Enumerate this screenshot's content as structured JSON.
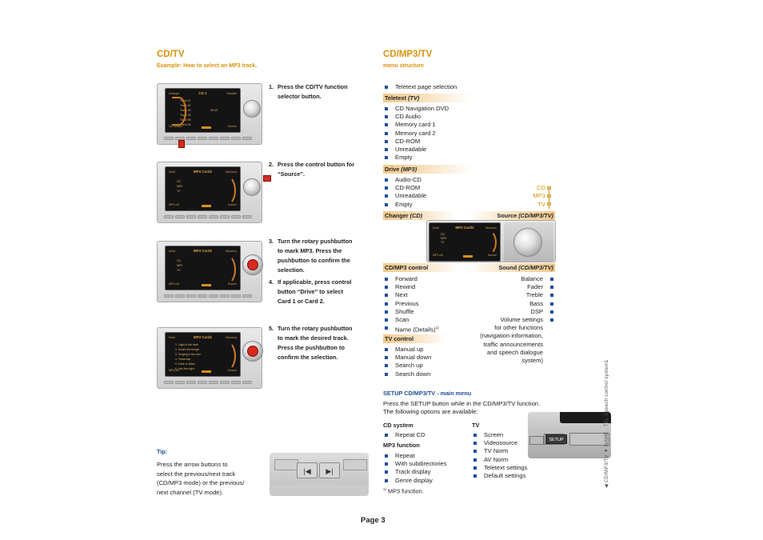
{
  "left": {
    "title": "CD/TV",
    "subtitle": "Example: How to select an MP3 track.",
    "steps": [
      {
        "num": "1.",
        "lines": [
          "Press the CD/TV function",
          "selector button."
        ]
      },
      {
        "num": "2.",
        "lines": [
          "Press the control button for",
          "“Source”."
        ]
      },
      {
        "num": "3.",
        "lines": [
          "Turn the rotary pushbutton",
          "to mark MP3. Press the",
          "pushbutton to confirm the",
          "selection."
        ]
      },
      {
        "num": "4.",
        "lines": [
          "If applicable, press control",
          "button “Drive” to select",
          "Card 1 or Card 2."
        ]
      },
      {
        "num": "5.",
        "lines": [
          "Turn the rotary pushbutton",
          "to mark the desired track.",
          "Press the pushbutton to",
          "confirm the selection."
        ]
      }
    ],
    "screens": [
      {
        "top_left": "Changer",
        "top_right": "Tracklist",
        "title": "CD 1",
        "lines": [
          "Track 01",
          "Track 02",
          "Track 03",
          "Track 04",
          "Track 05",
          "Track 06"
        ],
        "side_value": "00:00",
        "bottom_left": "CD control",
        "bottom_right": "Source"
      },
      {
        "top_left": "Drive",
        "top_right": "Directory",
        "title": "MP3 Card1",
        "lines": [
          "CD",
          "MP3",
          "TV"
        ],
        "bottom_left": "MP3 ctrl",
        "bottom_right": "Source"
      },
      {
        "top_left": "Drive",
        "top_right": "Directory",
        "title": "MP3 Card1",
        "lines": [
          "CD",
          "MP3",
          "TV"
        ],
        "bottom_left": "MP3 ctrl",
        "bottom_right": "Source"
      },
      {
        "top_left": "Drive",
        "top_right": "Directory",
        "title": "MP3 Card1",
        "lines": [
          "1. Light in the dark",
          "2. Under the bridge",
          "3. Singing in the rain",
          "4. Yesterday",
          "5. Fade to black",
          "6. Into the night"
        ],
        "bottom_left": "MP3 ctrl",
        "bottom_right": "Source"
      }
    ],
    "tip_label": "Tip:",
    "tip_lines": [
      "Press the arrow buttons to",
      "select the previous/next track",
      "(CD/MP3 mode) or the previous/",
      "next channel (TV mode)."
    ],
    "tip_icons": [
      "skip-back-icon",
      "skip-forward-icon"
    ]
  },
  "right": {
    "title": "CD/MP3/TV",
    "subtitle": "menu structure",
    "teletext_items": [
      "Teletext page selection"
    ],
    "teletext_band": {
      "label": "Teletext",
      "mode": "(TV)"
    },
    "drive_items": [
      "CD Navigation DVD",
      "CD Audio",
      "Memory card 1",
      "Memory card 2",
      "CD-ROM",
      "Unreadable",
      "Empty"
    ],
    "drive_band": {
      "label": "Drive",
      "mode": "(MP3)"
    },
    "changer_items": [
      "Audio-CD",
      "CD-ROM",
      "Unreadable",
      "Empty"
    ],
    "source_options": [
      "CD",
      "MP3",
      "TV"
    ],
    "changer_band": {
      "label": "Changer",
      "mode": "(CD)"
    },
    "source_band": {
      "label": "Source",
      "mode": "(CD/MP3/TV)"
    },
    "cd_mp3_band": {
      "label": "CD/MP3 control"
    },
    "cd_mp3_items": [
      "Forward",
      "Rewind",
      "Next",
      "Previous",
      "Shuffle",
      "Scan",
      "Name (Details)"
    ],
    "name_sup": "1)",
    "sound_band": {
      "label": "Sound",
      "mode": "(CD/MP3/TV)"
    },
    "sound_items": [
      "Balance",
      "Fader",
      "Treble",
      "Bass",
      "DSP"
    ],
    "volume_lines": [
      "Volume settings",
      "for other functions",
      "(navigation information,",
      "traffic announcements",
      "and speech dialogue",
      "system)"
    ],
    "tv_band": {
      "label": "TV control"
    },
    "tv_items": [
      "Manual up",
      "Manual down",
      "Search up",
      "Search down"
    ],
    "setup_title": "SETUP CD/MP3/TV - main menu",
    "setup_intro": [
      "Press the SETUP button while in the CD/MP3/TV function.",
      "The following options are available:"
    ],
    "cd_system_title": "CD system",
    "cd_system_items": [
      "Repeat CD"
    ],
    "mp3_function_title": "MP3 function",
    "mp3_function_items": [
      "Repeat",
      "With subdirectories",
      "Track display",
      "Genre display"
    ],
    "tv_title": "TV",
    "tv_setup_items": [
      "Screen",
      "Videosource",
      "TV Norm",
      "AV Norm",
      "Teletext settings",
      "Default settings"
    ],
    "footnote_mark": "1)",
    "footnote_text": "MP3 function.",
    "setup_button_label": "SETUP",
    "screen": {
      "top_left": "Drive",
      "top_right": "Directory",
      "title": "MP3 Card1",
      "lines": [
        "CD",
        "MP3",
        "TV"
      ],
      "bottom_left": "MP3 ctrl",
      "bottom_right": "Source"
    }
  },
  "side_nav": "◀ CD/MP3/TV   ▼ NAME · TEL   Speech control system1",
  "page_label": "Page 3",
  "colors": {
    "accent_orange": "#d9940e",
    "bullet_blue": "#1f4e96",
    "band_orange": "#f2c98d",
    "red_indicator": "#d62a1e"
  }
}
